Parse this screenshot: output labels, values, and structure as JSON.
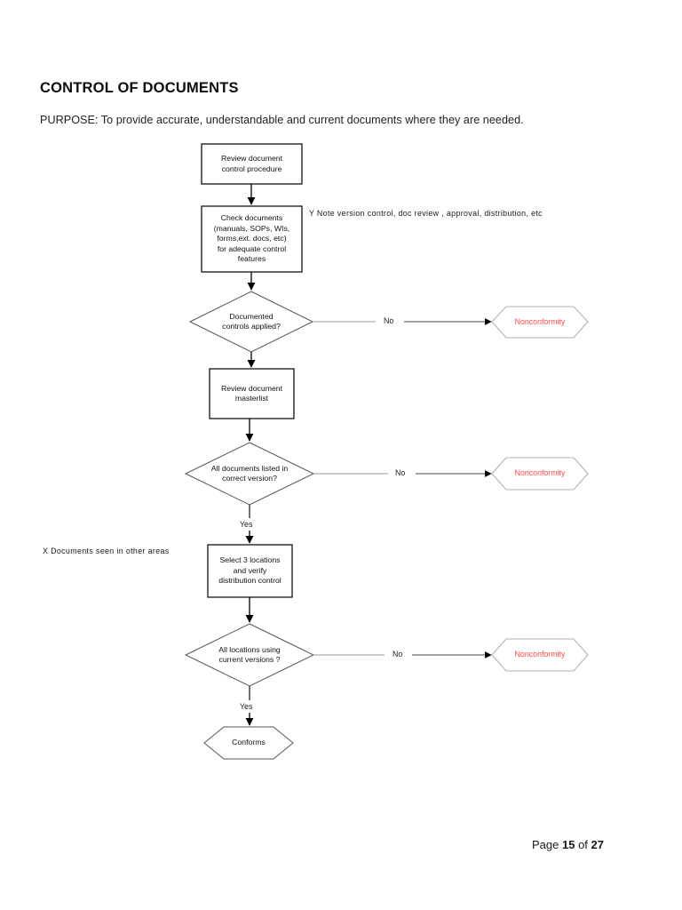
{
  "document": {
    "title": "CONTROL OF DOCUMENTS",
    "purpose": "PURPOSE: To provide accurate, understandable and current documents where they are needed."
  },
  "footer": {
    "prefix": "Page",
    "page_number": "15",
    "middle": "of",
    "total_pages": "27"
  },
  "colors": {
    "nonconformity_text": "#ff4a4a",
    "nonconformity_border": "#b0b0b0",
    "node_border": "#000000",
    "connector": "#000000",
    "nonconformity_connector": "#9a9a9a",
    "page_background": "#ffffff"
  },
  "flowchart": {
    "type": "flowchart",
    "nodes": [
      {
        "id": "review-procedure",
        "shape": "process",
        "label": "Review document\ncontrol procedure"
      },
      {
        "id": "check-documents",
        "shape": "process",
        "label": "Check documents\n(manuals, SOPs, WIs,\nforms,ext. docs, etc)\nfor adequate control\nfeatures"
      },
      {
        "id": "documented-controls",
        "shape": "decision",
        "label": "Documented\ncontrols applied?"
      },
      {
        "id": "nonconformity-1",
        "shape": "hexagon",
        "label": "Nonconformity"
      },
      {
        "id": "review-masterlist",
        "shape": "process",
        "label": "Review document\nmasterlist"
      },
      {
        "id": "all-documents-listed",
        "shape": "decision",
        "label": "All documents listed in\ncorrect version?"
      },
      {
        "id": "nonconformity-2",
        "shape": "hexagon",
        "label": "Nonconformity"
      },
      {
        "id": "select-locations",
        "shape": "process",
        "label": "Select 3 locations\nand verify\ndistribution control"
      },
      {
        "id": "all-locations-current",
        "shape": "decision",
        "label": "All locations using\ncurrent versions ?"
      },
      {
        "id": "nonconformity-3",
        "shape": "hexagon",
        "label": "Nonconformity"
      },
      {
        "id": "conforms",
        "shape": "hexagon",
        "label": "Conforms"
      }
    ],
    "edge_labels": {
      "no_1": "No",
      "no_2": "No",
      "no_3": "No",
      "yes_1": "Yes",
      "yes_2": "Yes"
    },
    "annotations": [
      {
        "id": "note-version-control",
        "text": "Y Note  version control, doc review , approval, distribution, etc"
      },
      {
        "id": "note-other-areas",
        "text": "X Documents seen in other areas"
      }
    ]
  }
}
